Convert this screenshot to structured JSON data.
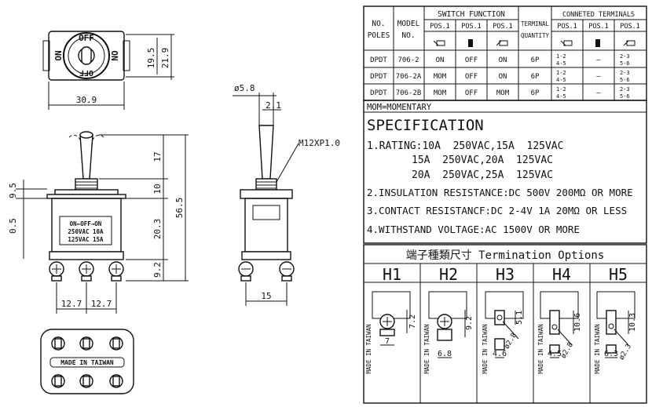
{
  "drawing": {
    "top_view": {
      "label_on": "ON",
      "label_off": "OFF",
      "dim_width": "30.9",
      "dim_h1": "19.5",
      "dim_h2": "21.9"
    },
    "front_view": {
      "dim_9_5": "9.5",
      "dim_0_5": "0.5",
      "dim_17": "17",
      "dim_10": "10",
      "dim_20_3": "20.3",
      "dim_9_2": "9.2",
      "dim_56_5": "56.5",
      "dim_pitch_a": "12.7",
      "dim_pitch_b": "12.7",
      "body_line1": "ON←OFF→ON",
      "body_line2": "250VAC 10A",
      "body_line3": "125VAC 15A"
    },
    "side_view": {
      "dim_dia": "ø5.8",
      "dim_2_1": "2.1",
      "thread": "M12XP1.0",
      "dim_15": "15"
    },
    "bottom_view": {
      "made_in": "MADE IN TAIWAN"
    }
  },
  "table": {
    "header": {
      "no_poles": "NO. POLES",
      "model": "MODEL NO.",
      "switch_function": "SWITCH FUNCTION",
      "terminal_quantity": "TERMINAL QUANTITY",
      "connected_terminals": "CONNETED TERMINALS",
      "pos1": "POS.1",
      "pos2": "POS.1",
      "pos3": "POS.1",
      "cpos1": "POS.1",
      "cpos2": "POS.1",
      "cpos3": "POS.1"
    },
    "rows": [
      {
        "poles": "DPDT",
        "model": "706-2",
        "p1": "ON",
        "p2": "OFF",
        "p3": "ON",
        "qty": "6P",
        "c1a": "1-2",
        "c1b": "4-5",
        "c2": "—",
        "c3a": "2-3",
        "c3b": "5-6"
      },
      {
        "poles": "DPDT",
        "model": "706-2A",
        "p1": "MOM",
        "p2": "OFF",
        "p3": "ON",
        "qty": "6P",
        "c1a": "1-2",
        "c1b": "4-5",
        "c2": "—",
        "c3a": "2-3",
        "c3b": "5-6"
      },
      {
        "poles": "DPDT",
        "model": "706-2B",
        "p1": "MOM",
        "p2": "OFF",
        "p3": "MOM",
        "qty": "6P",
        "c1a": "1-2",
        "c1b": "4-5",
        "c2": "—",
        "c3a": "2-3",
        "c3b": "5-6"
      }
    ]
  },
  "notes": {
    "mom": "MOM=MOMENTARY"
  },
  "specification": {
    "title": "SPECIFICATION",
    "line1": "1.RATING:10A  250VAC,15A  125VAC",
    "line2": "15A  250VAC,20A  125VAC",
    "line3": "20A  250VAC,25A  125VAC",
    "line4": "2.INSULATION RESISTANCE:DC 500V 200MΩ OR MORE",
    "line5": "3.CONTACT RESISTANCF:DC 2-4V 1A 20MΩ OR LESS",
    "line6": "4.WITHSTAND VOLTAGE:AC 1500V OR MORE"
  },
  "termination": {
    "title": "端子種類尺寸 Termination Options",
    "made_in": "MADE IN TAIWAN",
    "options": [
      {
        "name": "H1",
        "d1": "7.2",
        "d2": "7"
      },
      {
        "name": "H2",
        "d1": "9.2",
        "d2": "6.8"
      },
      {
        "name": "H3",
        "d1": "5.1",
        "d2": "4.6",
        "d3": "ø2.8"
      },
      {
        "name": "H4",
        "d1": "10.6",
        "d2": "4.5",
        "d3": "ø2.8"
      },
      {
        "name": "H5",
        "d1": "10.3",
        "d2": "6.3",
        "d3": "ø2.3"
      }
    ]
  }
}
